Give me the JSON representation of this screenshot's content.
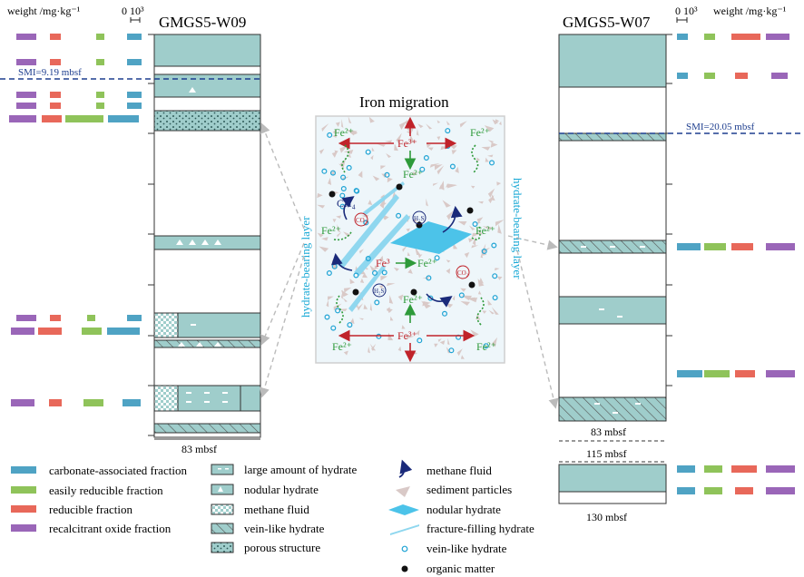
{
  "colors": {
    "carbonate": "#4fa3c4",
    "easily_reducible": "#8fc35a",
    "reducible": "#e8685a",
    "recalcitrant": "#9a66b8",
    "hydrate": "#9fcdcb",
    "hydrate_border": "#333333",
    "smi_line": "#1f3f8f",
    "iron_red": "#c0232a",
    "iron_green": "#2e9a3a",
    "methane_blue": "#1a2a7a",
    "layer_text": "#1aa9d6"
  },
  "left_core": {
    "title": "GMGS5-W09",
    "weight_label": "weight /mg·kg⁻¹",
    "scale_label": "0 10³",
    "smi_label": "SMI=9.19 mbsf",
    "bottom_label": "83 mbsf"
  },
  "right_core": {
    "title": "GMGS5-W07",
    "weight_label": "weight /mg·kg⁻¹",
    "scale_label": "0 10³",
    "smi_label": "SMI=20.05 mbsf",
    "label_83": "83 mbsf",
    "label_115": "115 mbsf",
    "label_130": "130 mbsf"
  },
  "center": {
    "title": "Iron migration",
    "left_layer": "hydrate-bearing layer",
    "right_layer": "hydrate-bearing layer",
    "fe2": "Fe²⁺",
    "fe3": "Fe³⁺",
    "fe3_short": "Fe³",
    "ch4": "CH₄",
    "co2": "CO₂",
    "h2s": "H₂S"
  },
  "legend": {
    "fractions": [
      {
        "label": "carbonate-associated fraction",
        "color": "#4fa3c4"
      },
      {
        "label": "easily reducible fraction",
        "color": "#8fc35a"
      },
      {
        "label": "reducible fraction",
        "color": "#e8685a"
      },
      {
        "label": "recalcitrant oxide fraction",
        "color": "#9a66b8"
      }
    ],
    "patterns": [
      "large amount of hydrate",
      "nodular hydrate",
      "methane fluid",
      "vein-like hydrate",
      "porous structure"
    ],
    "symbols": [
      "methane fluid",
      "sediment particles",
      "nodular hydrate",
      "fracture-filling hydrate",
      "vein-like hydrate",
      "organic matter"
    ]
  }
}
